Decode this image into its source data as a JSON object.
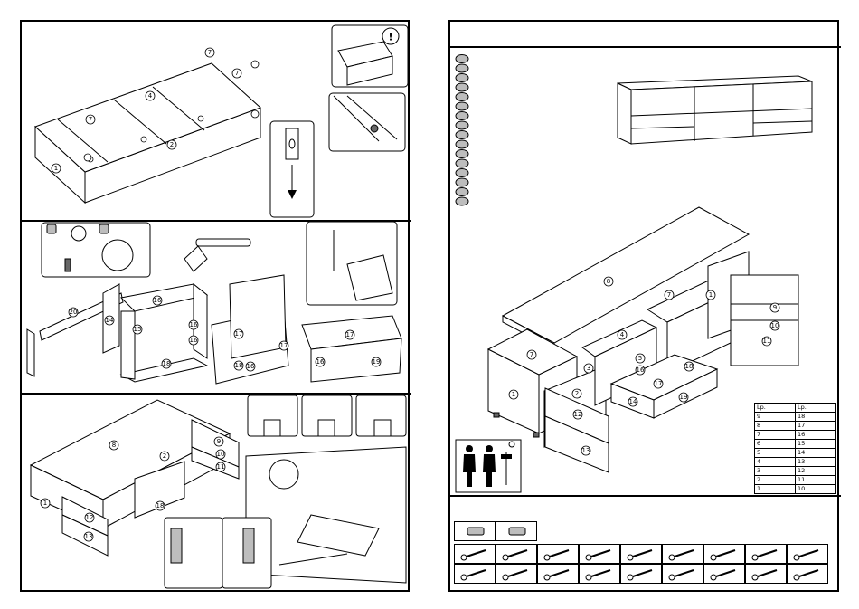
{
  "left_page": {
    "step1": {
      "labels": [
        "7",
        "7",
        "4",
        "7",
        "2",
        "1"
      ],
      "warning_symbol": "!"
    },
    "step2": {
      "labels": [
        "20",
        "14",
        "16",
        "15",
        "16",
        "18",
        "17",
        "16",
        "17",
        "18",
        "16",
        "16",
        "17",
        "19"
      ]
    },
    "step3": {
      "labels": [
        "8",
        "2",
        "9",
        "10",
        "11",
        "1",
        "12",
        "13",
        "18"
      ]
    }
  },
  "right_page": {
    "legend_circle_count": 16,
    "main_labels": [
      "8",
      "7",
      "1",
      "9",
      "10",
      "11",
      "7",
      "4",
      "5",
      "3",
      "16",
      "17",
      "18",
      "14",
      "19",
      "2",
      "1",
      "12",
      "13"
    ],
    "parts_table": {
      "headers": [
        "Lp.",
        "Lp."
      ],
      "rows": [
        [
          "9",
          "18"
        ],
        [
          "8",
          "17"
        ],
        [
          "7",
          "16"
        ],
        [
          "6",
          "15"
        ],
        [
          "5",
          "14"
        ],
        [
          "4",
          "13"
        ],
        [
          "3",
          "12"
        ],
        [
          "2",
          "11"
        ],
        [
          "1",
          "10"
        ]
      ]
    },
    "hardware_top_row": [
      "x",
      "x"
    ],
    "hardware_row_count": 2,
    "hardware_cols": 9
  }
}
